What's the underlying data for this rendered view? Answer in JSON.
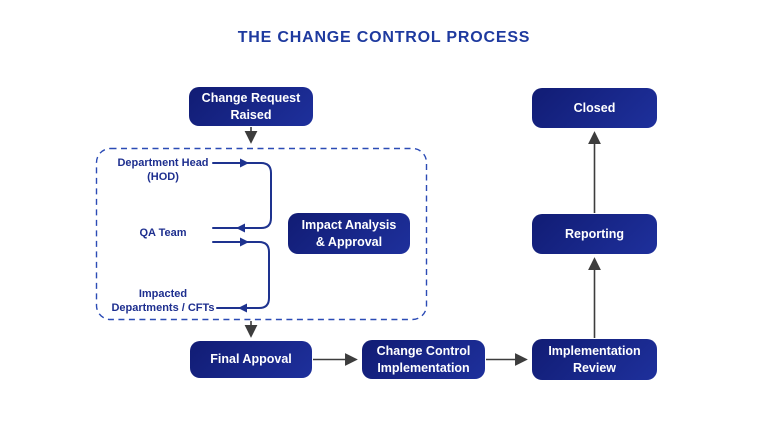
{
  "title": "THE CHANGE CONTROL PROCESS",
  "nodes": {
    "change_request": {
      "label": "Change Request\nRaised"
    },
    "impact_analysis": {
      "label": "Impact Analysis\n& Approval"
    },
    "final_approval": {
      "label": "Final Appoval"
    },
    "change_control_implementation": {
      "label": "Change Control\nImplementation"
    },
    "implementation_review": {
      "label": "Implementation\nReview"
    },
    "reporting": {
      "label": "Reporting"
    },
    "closed": {
      "label": "Closed"
    }
  },
  "actors": {
    "department_head": {
      "label": "Department Head\n(HOD)"
    },
    "qa_team": {
      "label": "QA Team"
    },
    "impacted_departments": {
      "label": "Impacted\nDepartments / CFTs"
    }
  },
  "colors": {
    "box_fill_start": "#111c74",
    "box_fill_end": "#1e309c",
    "title": "#1e3a9f",
    "label": "#1e2f8f",
    "connector": "#1e338f",
    "arrow_gray": "#3d3d3d",
    "dashed_border": "#2b4bb5"
  }
}
